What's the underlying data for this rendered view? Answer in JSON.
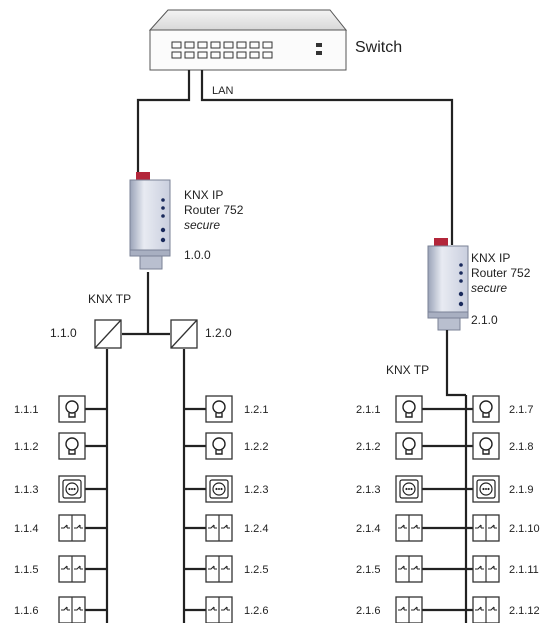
{
  "switch": {
    "label": "Switch"
  },
  "lan": {
    "label": "LAN"
  },
  "router1": {
    "name": "KNX IP",
    "model": "Router 752",
    "variant": "secure",
    "address": "1.0.0"
  },
  "router2": {
    "name": "KNX IP",
    "model": "Router 752",
    "variant": "secure",
    "address": "2.1.0"
  },
  "line1": {
    "medium": "KNX TP"
  },
  "line2": {
    "medium": "KNX TP"
  },
  "couplers": {
    "left": "1.1.0",
    "right": "1.2.0"
  },
  "device_types": [
    "lamp",
    "lamp",
    "socket",
    "pushbutton",
    "pushbutton",
    "pushbutton"
  ],
  "columns": {
    "c1": [
      "1.1.1",
      "1.1.2",
      "1.1.3",
      "1.1.4",
      "1.1.5",
      "1.1.6"
    ],
    "c2": [
      "1.2.1",
      "1.2.2",
      "1.2.3",
      "1.2.4",
      "1.2.5",
      "1.2.6"
    ],
    "c3": [
      "2.1.1",
      "2.1.2",
      "2.1.3",
      "2.1.4",
      "2.1.5",
      "2.1.6"
    ],
    "c4": [
      "2.1.7",
      "2.1.8",
      "2.1.9",
      "2.1.10",
      "2.1.11",
      "2.1.12"
    ]
  }
}
